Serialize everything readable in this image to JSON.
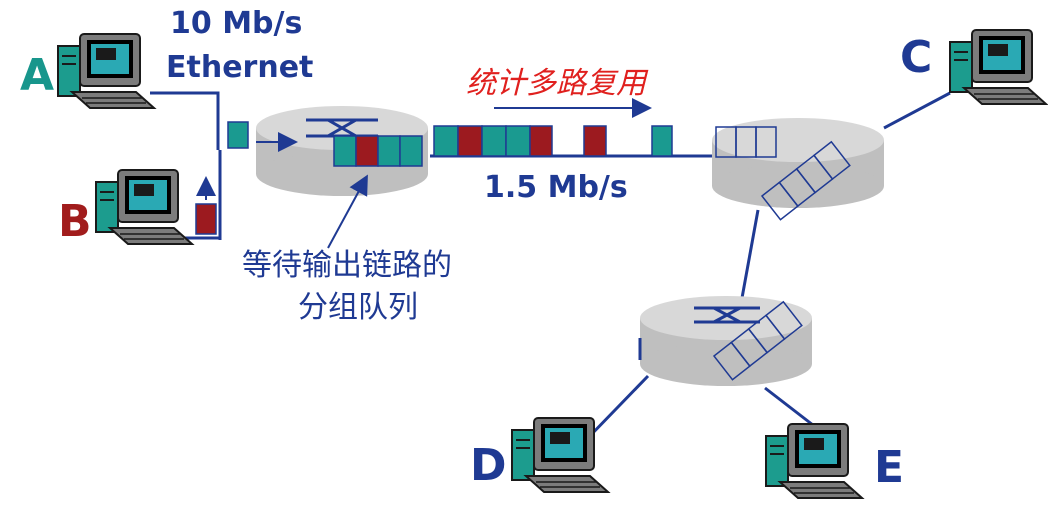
{
  "ethernet_link": {
    "speed": "10 Mb/s",
    "type": "Ethernet"
  },
  "trunk_link": {
    "speed": "1.5 Mb/s"
  },
  "multiplexing_label": "统计多路复用",
  "queue_note": {
    "line1": "等待输出链路的",
    "line2": "分组队列"
  },
  "hosts": [
    {
      "id": "A",
      "color": "#18968c"
    },
    {
      "id": "B",
      "color": "#a11c1c"
    },
    {
      "id": "C",
      "color": "#1f3a93"
    },
    {
      "id": "D",
      "color": "#1f3a93"
    },
    {
      "id": "E",
      "color": "#1f3a93"
    }
  ],
  "colors": {
    "packet_a": "#1a9a90",
    "packet_b": "#9c1a1f",
    "link": "#1f3a93",
    "router": "#c0c0c0"
  }
}
